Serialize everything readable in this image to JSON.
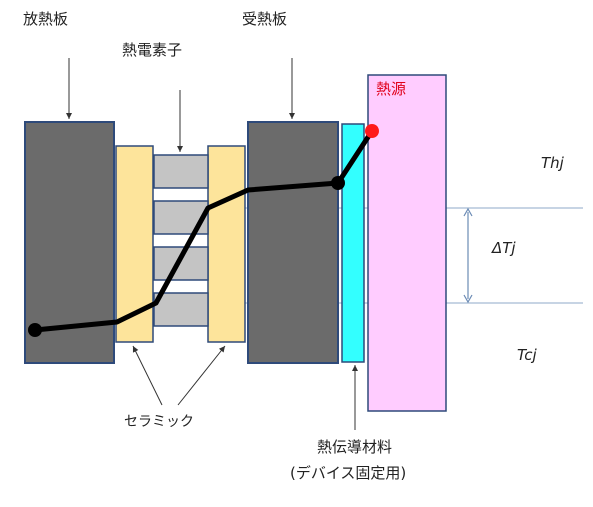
{
  "labels": {
    "heat_sink": "放熱板",
    "heat_receiver": "受熱板",
    "peltier_element": "熱電素子",
    "ceramic": "セラミック",
    "heat_source": "熱源",
    "thermal_material_line1": "熱伝導材料",
    "thermal_material_line2": "(デバイス固定用)",
    "thj": "Thj",
    "delta_tj": "ΔTj",
    "tcj": "Tcj"
  },
  "colors": {
    "plate_fill": "#6b6b6b",
    "plate_border": "#2e4a7a",
    "ceramic_fill": "#fde49b",
    "element_fill": "#c4c4c4",
    "heat_source_fill": "#ffccff",
    "heat_source_label": "#e0001b",
    "thermal_material_fill": "#33ffff",
    "ref_line": "#8fa9c8",
    "temperature_line": "#000000",
    "hot_marker": "#ff1a1a"
  }
}
